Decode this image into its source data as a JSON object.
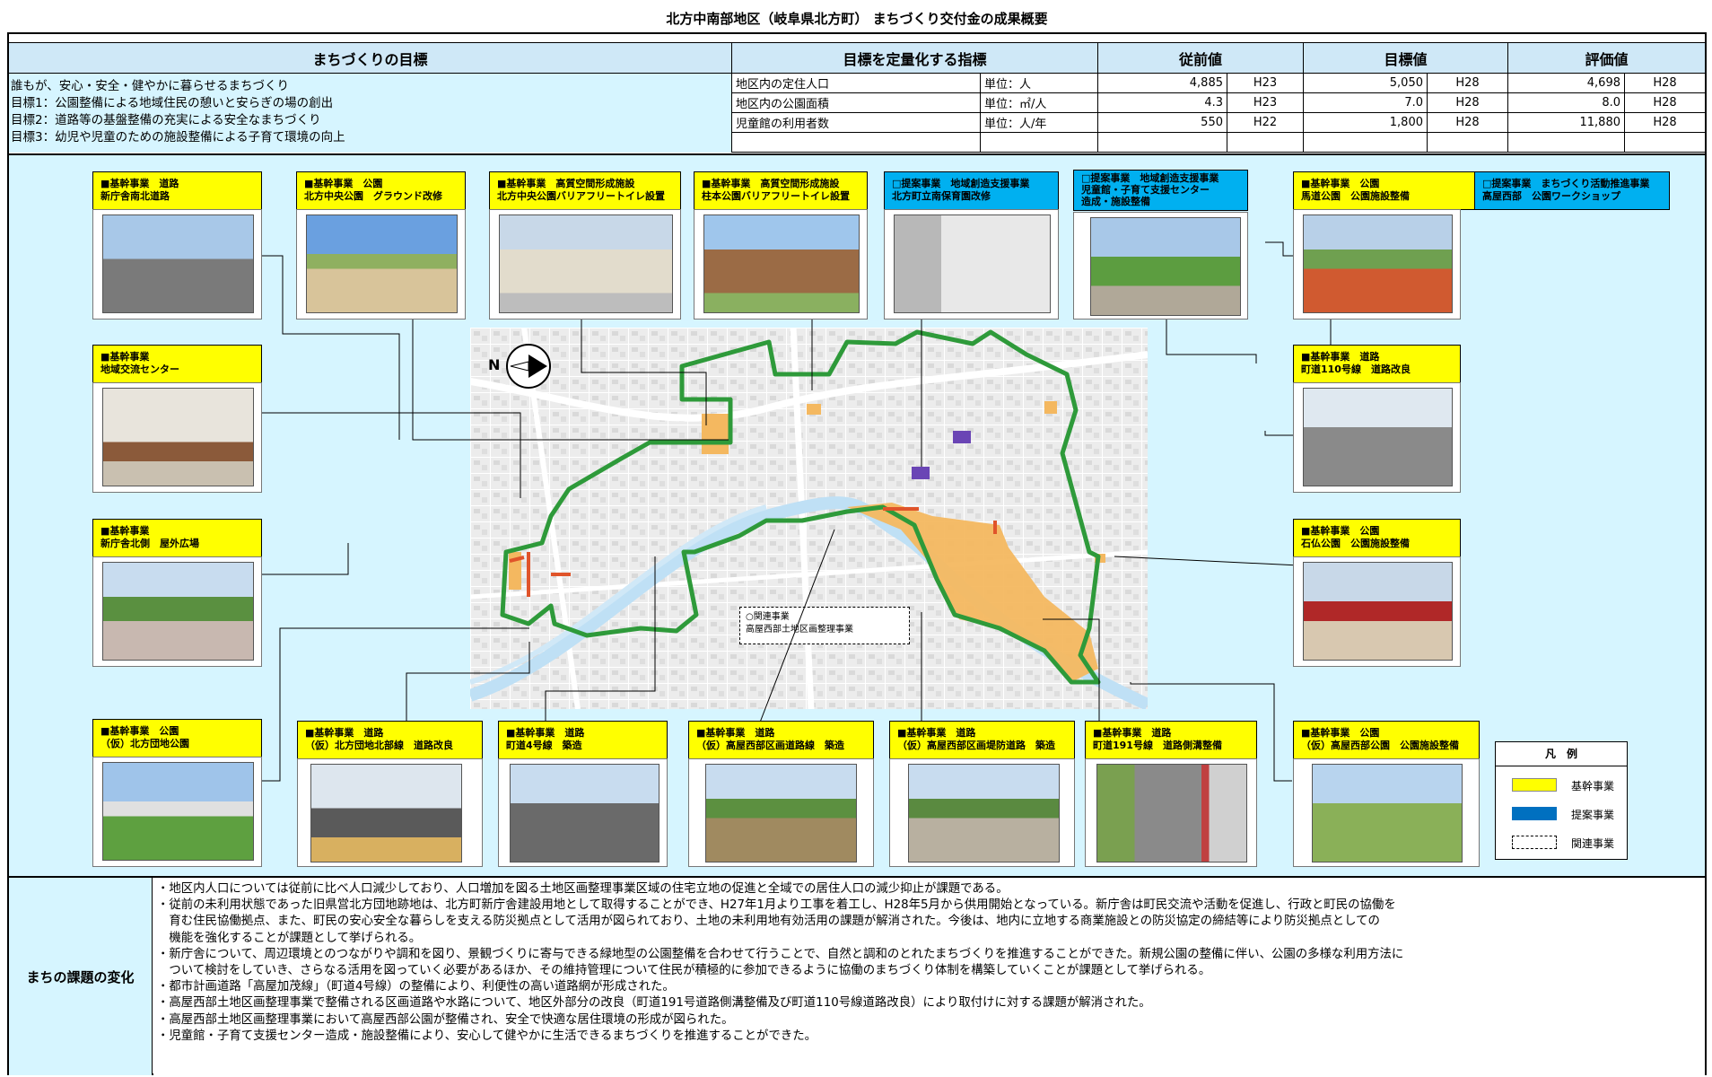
{
  "title": "北方中南部地区（岐阜県北方町） まちづくり交付金の成果概要",
  "headers": {
    "goal": "まちづくりの目標",
    "indicator": "目標を定量化する指標",
    "before": "従前値",
    "target": "目標値",
    "eval": "評価値"
  },
  "goals": [
    "誰もが、安心・安全・健やかに暮らせるまちづくり",
    "目標1：公園整備による地域住民の憩いと安らぎの場の創出",
    "目標2：道路等の基盤整備の充実による安全なまちづくり",
    "目標3：幼児や児童のための施設整備による子育て環境の向上"
  ],
  "indicators": [
    {
      "name": "地区内の定住人口",
      "unit": "単位：人",
      "before": "4,885",
      "before_year": "H23",
      "target": "5,050",
      "target_year": "H28",
      "eval": "4,698",
      "eval_year": "H28"
    },
    {
      "name": "地区内の公園面積",
      "unit": "単位：㎡/人",
      "before": "4.3",
      "before_year": "H23",
      "target": "7.0",
      "target_year": "H28",
      "eval": "8.0",
      "eval_year": "H28"
    },
    {
      "name": "児童館の利用者数",
      "unit": "単位：人/年",
      "before": "550",
      "before_year": "H22",
      "target": "1,800",
      "target_year": "H28",
      "eval": "11,880",
      "eval_year": "H28"
    }
  ],
  "projects_top": [
    {
      "l1": "■基幹事業　道路",
      "l2": "新庁舎南北道路",
      "color": "yellow"
    },
    {
      "l1": "■基幹事業　公園",
      "l2": "北方中央公園　グラウンド改修",
      "color": "yellow"
    },
    {
      "l1": "■基幹事業　高質空間形成施設",
      "l2": "北方中央公園バリアフリートイレ設置",
      "color": "yellow"
    },
    {
      "l1": "■基幹事業　高質空間形成施設",
      "l2": "柱本公園バリアフリートイレ設置",
      "color": "yellow"
    },
    {
      "l1": "□提案事業　地域創造支援事業",
      "l2": "北方町立南保育園改修",
      "color": "blue"
    },
    {
      "l1": "□提案事業　地域創造支援事業",
      "l2": "児童館・子育て支援センター",
      "l3": "造成・施設整備",
      "color": "blue"
    },
    {
      "l1": "■基幹事業　公園",
      "l2": "馬道公園　公園施設整備",
      "color": "yellow"
    },
    {
      "l1": "□提案事業　まちづくり活動推進事業",
      "l2": "高屋西部　公園ワークショップ",
      "color": "blue"
    }
  ],
  "projects_left": [
    {
      "l1": "■基幹事業",
      "l2": "地域交流センター"
    },
    {
      "l1": "■基幹事業",
      "l2": "新庁舎北側　屋外広場"
    },
    {
      "l1": "■基幹事業　公園",
      "l2": "（仮）北方団地公園"
    }
  ],
  "projects_right": [
    {
      "l1": "■基幹事業　道路",
      "l2": "町道110号線　道路改良"
    },
    {
      "l1": "■基幹事業　公園",
      "l2": "石仏公園　公園施設整備"
    }
  ],
  "projects_bottom": [
    {
      "l1": "■基幹事業　道路",
      "l2": "（仮）北方団地北部線　道路改良"
    },
    {
      "l1": "■基幹事業　道路",
      "l2": "町道4号線　築造"
    },
    {
      "l1": "■基幹事業　道路",
      "l2": "（仮）高屋西部区画道路線　築造"
    },
    {
      "l1": "■基幹事業　道路",
      "l2": "（仮）高屋西部区画堤防道路　築造"
    },
    {
      "l1": "■基幹事業　道路",
      "l2": "町道191号線　道路側溝整備"
    },
    {
      "l1": "■基幹事業　公園",
      "l2": "（仮）高屋西部公園　公園施設整備"
    }
  ],
  "related": {
    "l1": "○関連事業",
    "l2": "高屋西部土地区画整理事業"
  },
  "compass": "N",
  "legend": {
    "title": "凡　例",
    "items": [
      "基幹事業",
      "提案事業",
      "関連事業"
    ],
    "colors": [
      "#ffff00",
      "#0070c0",
      "#ffffff"
    ]
  },
  "issues_label": "まちの課題の変化",
  "issues": [
    "・地区内人口については従前に比べ人口減少しており、人口増加を図る土地区画整理事業区域の住宅立地の促進と全域での居住人口の減少抑止が課題である。",
    "・従前の未利用状態であった旧県営北方団地跡地は、北方町新庁舎建設用地として取得することができ、H27年1月より工事を着工し、H28年5月から供用開始となっている。新庁舎は町民交流や活動を促進し、行政と町民の協働を",
    "　育む住民協働拠点、また、町民の安心安全な暮らしを支える防災拠点として活用が図られており、土地の未利用地有効活用の課題が解消された。今後は、地内に立地する商業施設との防災協定の締結等により防災拠点としての",
    "　機能を強化することが課題として挙げられる。",
    "・新庁舎について、周辺環境とのつながりや調和を図り、景観づくりに寄与できる緑地型の公園整備を合わせて行うことで、自然と調和のとれたまちづくりを推進することができた。新規公園の整備に伴い、公園の多様な利用方法に",
    "　ついて検討をしていき、さらなる活用を図っていく必要があるほか、その維持管理について住民が積極的に参加できるように協働のまちづくり体制を構築していくことが課題として挙げられる。",
    "・都市計画道路「高屋加茂線」（町道4号線）の整備により、利便性の高い道路網が形成された。",
    "・高屋西部土地区画整理事業で整備される区画道路や水路について、地区外部分の改良（町道191号道路側溝整備及び町道110号線道路改良）により取付けに対する課題が解消された。",
    "・高屋西部土地区画整理事業において高屋西部公園が整備され、安全で快適な居住環境の形成が図られた。",
    "・児童館・子育て支援センター造成・施設整備により、安心して健やかに生活できるまちづくりを推進することができた。"
  ]
}
